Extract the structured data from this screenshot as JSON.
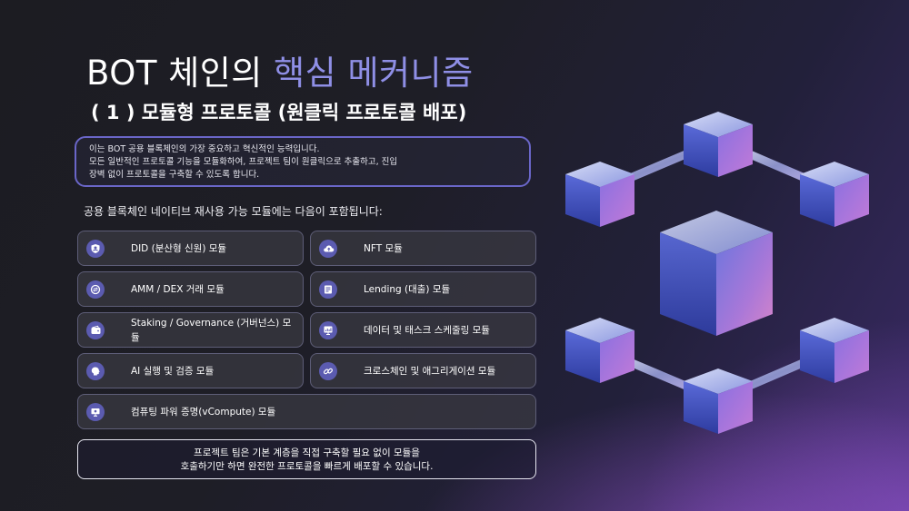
{
  "title": {
    "part1": "BOT 체인의 ",
    "part2": "핵심 메커니즘"
  },
  "subtitle": "( 1 )  모듈형 프로토콜 (원클릭 프로토콜 배포)",
  "intro": {
    "line1": "이는 BOT 공용 블록체인의 가장 중요하고 혁신적인 능력입니다.",
    "line2": "모든 일반적인 프로토콜 기능을 모듈화하여, 프로젝트 팀이 원클릭으로 추출하고, 진입",
    "line3": "장벽 없이 프로토콜을 구축할 수 있도록 합니다."
  },
  "lead": "공용 블록체인 네이티브 재사용 가능 모듈에는 다음이 포함됩니다:",
  "modules": [
    {
      "label": "DID (분산형 신원) 모듈",
      "icon": "shield-person-icon"
    },
    {
      "label": "NFT 모듈",
      "icon": "cloud-upload-icon"
    },
    {
      "label": "AMM / DEX 거래 모듈",
      "icon": "exchange-icon"
    },
    {
      "label": "Lending (대출) 모듈",
      "icon": "ledger-icon"
    },
    {
      "label": "Staking / Governance (거버넌스) 모듈",
      "icon": "wallet-icon"
    },
    {
      "label": "데이터 및 태스크 스케줄링 모듈",
      "icon": "chart-board-icon"
    },
    {
      "label": "AI 실행 및 검증 모듈",
      "icon": "brain-icon"
    },
    {
      "label": "크로스체인 및 애그리게이션 모듈",
      "icon": "link-icon"
    },
    {
      "label": "컴퓨팅 파워 증명(vCompute) 모듈",
      "icon": "monitor-icon"
    }
  ],
  "bottom": {
    "line1": "프로젝트 팀은 기본 계층을 직접 구축할 필요 없이 모듈을",
    "line2": "호출하기만 하면 완전한 프로토콜을 빠르게 배포할 수 있습니다."
  },
  "colors": {
    "accent": "#8f8fe6",
    "border": "#6a66c8",
    "icon_bg": "#5b5bb0"
  }
}
